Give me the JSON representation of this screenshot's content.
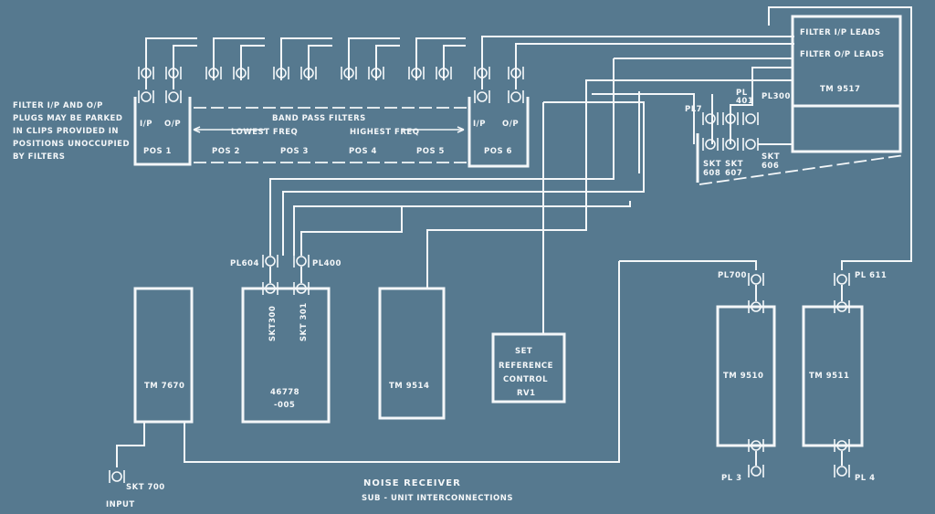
{
  "colors": {
    "background": "#56798f",
    "ink": "#f4f7f9"
  },
  "notes": {
    "parking": [
      "FILTER I/P AND O/P",
      "PLUGS MAY BE PARKED",
      "IN CLIPS PROVIDED IN",
      "POSITIONS UNOCCUPIED",
      "BY FILTERS"
    ]
  },
  "filters": {
    "header": "BAND  PASS  FILTERS",
    "lowest": "LOWEST  FREQ",
    "highest": "HIGHEST  FREQ",
    "ip": "I/P",
    "op": "O/P",
    "positions": [
      "POS 1",
      "POS 2",
      "POS 3",
      "POS 4",
      "POS 5",
      "POS 6"
    ]
  },
  "tm9517": {
    "label": "TM 9517",
    "ip_leads": "FILTER I/P LEADS",
    "op_leads": "FILTER O/P LEADS",
    "pl7": "PL7",
    "pl401": [
      "PL",
      "401"
    ],
    "pl300": "PL300",
    "skt608": [
      "SKT",
      "608"
    ],
    "skt607": [
      "SKT",
      "607"
    ],
    "skt606": [
      "SKT",
      "606"
    ]
  },
  "units": {
    "tm7670": "TM 7670",
    "u46778": [
      "46778",
      "-005"
    ],
    "tm9514": "TM 9514",
    "set_ref": [
      "SET",
      "REFERENCE",
      "CONTROL",
      "RV1"
    ],
    "tm9510": "TM 9510",
    "tm9511": "TM 9511"
  },
  "connectors": {
    "pl604": "PL604",
    "pl400": "PL400",
    "skt300": "SKT300",
    "skt301": "SKT 301",
    "pl700": "PL700",
    "pl611": "PL 611",
    "pl3": "PL 3",
    "pl4": "PL 4",
    "skt700": "SKT 700",
    "input": "INPUT"
  },
  "title": {
    "line1": "NOISE     RECEIVER",
    "line2": "SUB - UNIT   INTERCONNECTIONS"
  }
}
